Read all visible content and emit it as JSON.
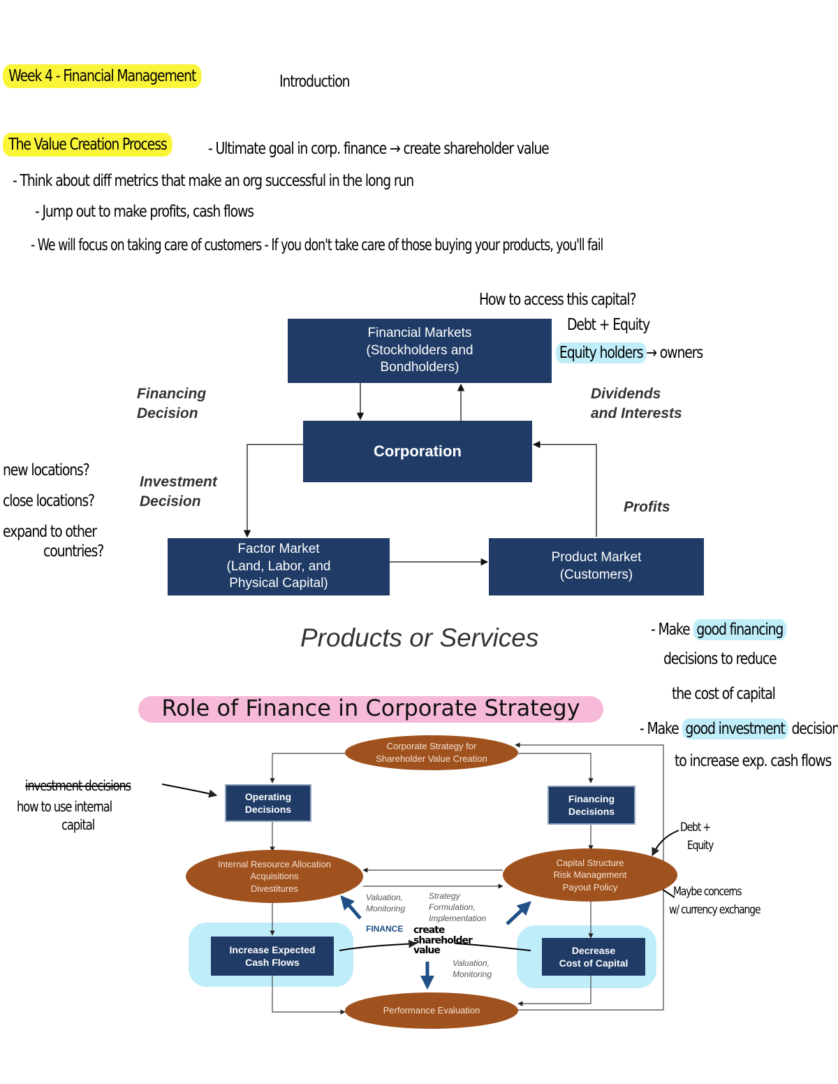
{
  "header": {
    "title": "Week 4 - Financial Management",
    "subtitle": "Introduction"
  },
  "notes": {
    "value_creation_title": "The Value Creation Process",
    "line1": "- Ultimate goal in corp. finance → create shareholder value",
    "line2": "- Think about diff metrics that make an org successful in the long run",
    "line3": "- Jump out to make profits, cash flows",
    "line4": "- We will focus on taking care of customers - If you don't take care of those buying your products, you'll fail"
  },
  "diagram1": {
    "financial_markets": "Financial Markets\n(Stockholders and\nBondholders)",
    "corporation": "Corporation",
    "factor_market": "Factor Market\n(Land, Labor, and\nPhysical Capital)",
    "product_market": "Product Market\n(Customers)",
    "financing_decision": "Financing\nDecision",
    "dividends": "Dividends\nand Interests",
    "investment_decision": "Investment\nDecision",
    "profits": "Profits",
    "caption": "Products or Services"
  },
  "annotations1": {
    "access_capital": "How to access this capital?",
    "debt_equity": "Debt + Equity",
    "equity_holders": "Equity holders",
    "owners": "→ owners",
    "new_locations": "new locations?",
    "close_locations": "close locations?",
    "expand": "expand to other",
    "countries": "countries?",
    "good_financing_1": "- Make",
    "good_financing_2": "good financing",
    "good_financing_3": "decisions to reduce",
    "good_financing_4": "the cost of capital",
    "good_investment_1": "- Make",
    "good_investment_2": "good investment",
    "good_investment_3": "decisions",
    "good_investment_4": "to increase exp. cash flows"
  },
  "diagram2": {
    "title": "Role of Finance in Corporate Strategy",
    "corporate_strategy": "Corporate Strategy for\nShareholder Value Creation",
    "operating": "Operating\nDecisions",
    "financing": "Financing\nDecisions",
    "internal_resource": "Internal Resource Allocation\nAcquisitions\nDivestitures",
    "capital_structure": "Capital Structure\nRisk Management\nPayout Policy",
    "valuation_monitoring_left": "Valuation,\nMonitoring",
    "strategy_formulation": "Strategy\nFormulation,\nImplementation",
    "finance": "FINANCE",
    "increase_cash": "Increase Expected\nCash Flows",
    "decrease_cost": "Decrease\nCost of Capital",
    "valuation_monitoring_bottom": "Valuation,\nMonitoring",
    "performance": "Performance Evaluation"
  },
  "annotations2": {
    "investment_decisions": "investment decisions",
    "how_to_use_1": "how to use internal",
    "how_to_use_2": "capital",
    "debt_equity_1": "Debt +",
    "debt_equity_2": "Equity",
    "maybe_1": "Maybe concerns",
    "maybe_2": "w/ currency exchange",
    "create_value": "create\nshareholder\nvalue"
  }
}
